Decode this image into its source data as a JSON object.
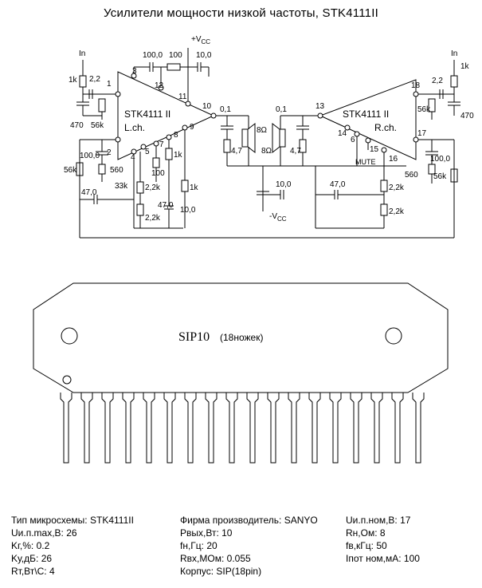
{
  "title": "Усилители мощности низкой частоты, STK4111II",
  "schematic": {
    "ic_name": "STK4111 II",
    "channel_left": "L.ch.",
    "channel_right": "R.ch.",
    "input_label": "In",
    "vcc_label": "+V",
    "vcc_sub": "CC",
    "neg_vcc_label": "-V",
    "neg_vcc_sub": "CC",
    "mute_label": "MUTE",
    "speaker_label": "8Ω",
    "components": {
      "r1k": "1k",
      "c2_2": "2,2",
      "c470": "470",
      "r56k": "56k",
      "c100_0": "100,0",
      "r100": "100",
      "c10_0": "10,0",
      "c0_1": "0,1",
      "c4_7": "4,7",
      "r560": "560",
      "r33k": "33k",
      "r2_2k": "2,2k",
      "c47_0": "47,0"
    },
    "pins_left": [
      "1",
      "2",
      "3",
      "4",
      "5",
      "7",
      "8",
      "9",
      "10",
      "11",
      "12"
    ],
    "pins_right": [
      "13",
      "14",
      "6",
      "15",
      "16",
      "17",
      "18"
    ]
  },
  "package": {
    "name": "SIP10",
    "pins_note": "(18ножек)",
    "pin_count": 18
  },
  "specs": {
    "col1": [
      {
        "label": "Тип микросхемы:",
        "value": "STK4111II"
      },
      {
        "label": "Uи.п.max,В:",
        "value": "26"
      },
      {
        "label": "Kг,%:",
        "value": "0.2"
      },
      {
        "label": "Kу,дБ:",
        "value": "26"
      },
      {
        "label": "Rт,Вт\\С:",
        "value": "4"
      }
    ],
    "col2": [
      {
        "label": "Фирма производитель:",
        "value": "SANYO"
      },
      {
        "label": "Pвых,Вт:",
        "value": "10"
      },
      {
        "label": "fн,Гц:",
        "value": "20"
      },
      {
        "label": "Rвх,МОм:",
        "value": "0.055"
      },
      {
        "label": "Корпус:",
        "value": "SIP(18pin)"
      }
    ],
    "col3": [
      {
        "label": "Uи.п.ном,В:",
        "value": "17"
      },
      {
        "label": "Rн,Ом:",
        "value": "8"
      },
      {
        "label": "fв,кГц:",
        "value": "50"
      },
      {
        "label": "Iпот ном,мА:",
        "value": "100"
      }
    ]
  }
}
